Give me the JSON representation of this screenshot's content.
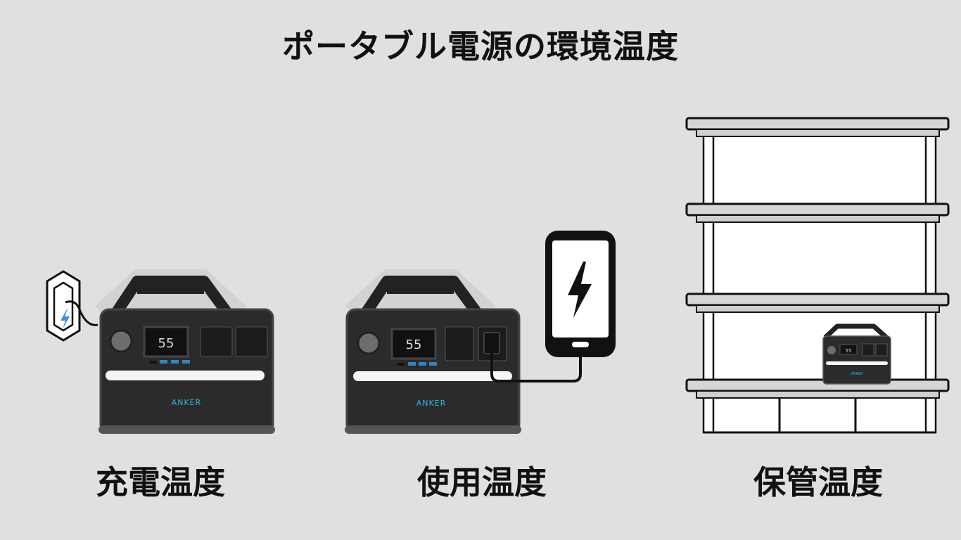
{
  "title": "ポータブル電源の環境温度",
  "captions": {
    "charging": "充電温度",
    "usage": "使用温度",
    "storage": "保管温度"
  },
  "device": {
    "brand": "ANKER",
    "display_value": "55"
  },
  "icons": {
    "outlet": "wall-outlet-charging-icon",
    "phone": "smartphone-charging-icon",
    "shelf": "storage-shelf-icon"
  },
  "colors": {
    "background": "#e0e0e0",
    "brand_text": "#29b6e8",
    "usb_port": "#2f86c9",
    "bolt": "#3f8fd6"
  }
}
